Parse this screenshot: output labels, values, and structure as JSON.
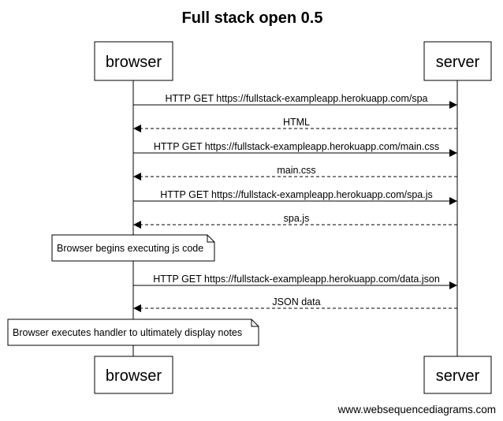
{
  "title": "Full stack open 0.5",
  "participants": [
    "browser",
    "server"
  ],
  "messages": [
    {
      "from": "browser",
      "to": "server",
      "label": "HTTP GET https://fullstack-exampleapp.herokuapp.com/spa",
      "dashed": false
    },
    {
      "from": "server",
      "to": "browser",
      "label": "HTML",
      "dashed": true
    },
    {
      "from": "browser",
      "to": "server",
      "label": "HTTP GET https://fullstack-exampleapp.herokuapp.com/main.css",
      "dashed": false
    },
    {
      "from": "server",
      "to": "browser",
      "label": "main.css",
      "dashed": true
    },
    {
      "from": "browser",
      "to": "server",
      "label": "HTTP GET https://fullstack-exampleapp.herokuapp.com/spa.js",
      "dashed": false
    },
    {
      "from": "server",
      "to": "browser",
      "label": "spa.js",
      "dashed": true
    },
    {
      "from": "browser",
      "to": "server",
      "label": "HTTP GET https://fullstack-exampleapp.herokuapp.com/data.json",
      "dashed": false
    },
    {
      "from": "server",
      "to": "browser",
      "label": "JSON data",
      "dashed": true
    }
  ],
  "notes": [
    {
      "over": "browser",
      "text": "Browser begins executing js code"
    },
    {
      "over": "browser",
      "text": "Browser executes handler to ultimately display notes"
    }
  ],
  "credit": "www.websequencediagrams.com"
}
